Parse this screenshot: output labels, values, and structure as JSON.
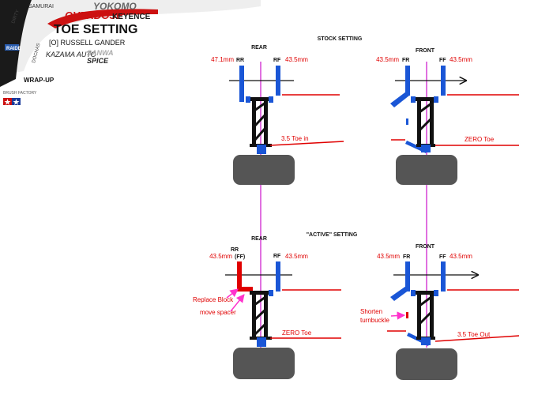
{
  "colors": {
    "blue": "#1a56d6",
    "red": "#e00000",
    "magenta": "#e070e0",
    "black": "#111111",
    "tire": "#555555",
    "pink": "#ff33cc"
  },
  "branding": {
    "title": "TOE SETTING",
    "author": "[O] RUSSELL GANDER",
    "sponsors": [
      "OVERDOSE",
      "KEYENCE",
      "YOKOMO",
      "SAMURAI",
      "KAZAMA AUTO",
      "SANWA",
      "SPICE",
      "WRAP-UP",
      "DIRTY",
      "DOCHAS",
      "RAIDE",
      "BRUSH FACTORY"
    ]
  },
  "stock": {
    "heading": "STOCK SETTING",
    "rear": {
      "label": "REAR",
      "left_wheel": "RR",
      "right_wheel": "RF",
      "left_value": "47.1mm",
      "right_value": "43.5mm",
      "toe_note": "3.5 Toe in"
    },
    "front": {
      "label": "FRONT",
      "left_wheel": "FR",
      "right_wheel": "FF",
      "left_value": "43.5mm",
      "right_value": "43.5mm",
      "toe_note": "ZERO Toe"
    }
  },
  "active": {
    "heading": "\"ACTIVE\" SETTING",
    "rear": {
      "label": "REAR",
      "left_wheel": "RR",
      "left_wheel_sub": "(FF)",
      "right_wheel": "RF",
      "left_value": "43.5mm",
      "right_value": "43.5mm",
      "toe_note": "ZERO Toe",
      "callout_1": "Replace Block",
      "callout_2": "move spacer"
    },
    "front": {
      "label": "FRONT",
      "left_wheel": "FR",
      "right_wheel": "FF",
      "left_value": "43.5mm",
      "right_value": "43.5mm",
      "toe_note": "3.5 Toe Out",
      "callout_1": "Shorten",
      "callout_2": "turnbuckle"
    }
  }
}
